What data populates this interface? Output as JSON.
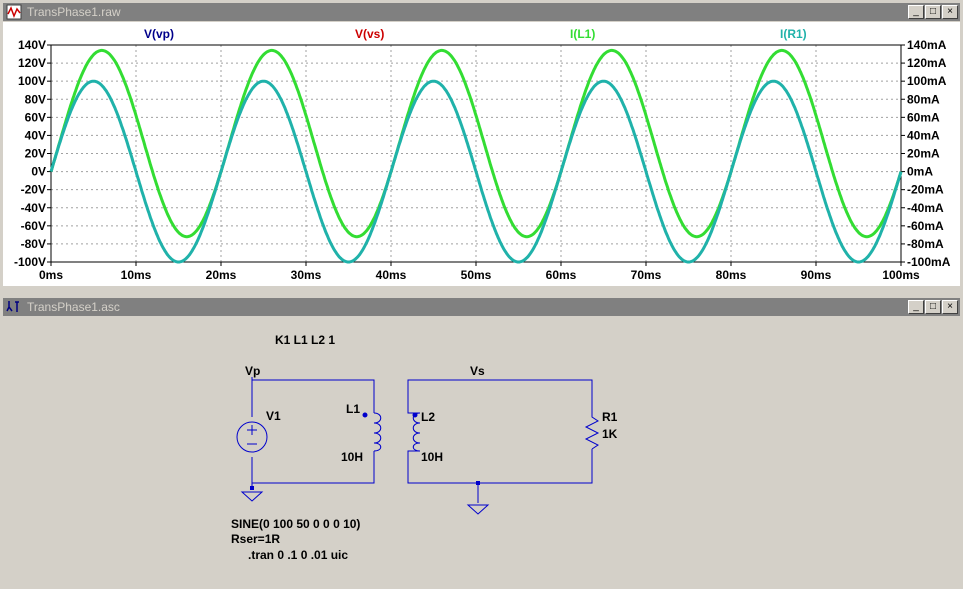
{
  "plot_window": {
    "title": "TransPhase1.raw",
    "buttons": {
      "minimize": "_",
      "restore": "□",
      "close": "×"
    }
  },
  "schematic_window": {
    "title": "TransPhase1.asc",
    "buttons": {
      "minimize": "_",
      "restore": "□",
      "close": "×"
    },
    "labels": {
      "coupling": "K1 L1 L2  1",
      "vp": "Vp",
      "vs": "Vs",
      "v1": "V1",
      "l1": "L1",
      "l1_value": "10H",
      "l2": "L2",
      "l2_value": "10H",
      "r1": "R1",
      "r1_value": "1K",
      "source_line1": "SINE(0 100 50 0 0 0 10)",
      "source_line2": "Rser=1R",
      "directive": ".tran 0 .1 0 .01 uic"
    }
  },
  "chart_data": {
    "type": "line",
    "xlim": [
      0,
      100
    ],
    "ylim_left": [
      -100,
      140
    ],
    "ylim_right": [
      -100,
      140
    ],
    "x_ticks": [
      "0ms",
      "10ms",
      "20ms",
      "30ms",
      "40ms",
      "50ms",
      "60ms",
      "70ms",
      "80ms",
      "90ms",
      "100ms"
    ],
    "y_ticks_left": [
      "140V",
      "120V",
      "100V",
      "80V",
      "60V",
      "40V",
      "20V",
      "0V",
      "-20V",
      "-40V",
      "-60V",
      "-80V",
      "-100V"
    ],
    "y_ticks_right": [
      "140mA",
      "120mA",
      "100mA",
      "80mA",
      "60mA",
      "40mA",
      "20mA",
      "0mA",
      "-20mA",
      "-40mA",
      "-60mA",
      "-80mA",
      "-100mA"
    ],
    "grid": true,
    "colors": {
      "vp": "#00008b",
      "vs": "#cc0000",
      "l1": "#33dd33",
      "r1": "#20b2aa",
      "grid": "#a0a0a0"
    },
    "series": [
      {
        "name": "V(vp)",
        "color": "#00008b",
        "axis": "left",
        "visible": false,
        "amplitude": 100,
        "offset": 0,
        "freq": 50
      },
      {
        "name": "V(vs)",
        "color": "#cc0000",
        "axis": "left",
        "visible": false,
        "amplitude": 100,
        "offset": 0,
        "freq": 50
      },
      {
        "name": "I(L1)",
        "color": "#33dd33",
        "axis": "right",
        "visible": true,
        "amplitude": 103,
        "offset": 31,
        "freq": 50,
        "start": 0
      },
      {
        "name": "I(R1)",
        "color": "#20b2aa",
        "axis": "right",
        "visible": true,
        "amplitude": 100,
        "offset": 0,
        "freq": 50
      }
    ]
  }
}
